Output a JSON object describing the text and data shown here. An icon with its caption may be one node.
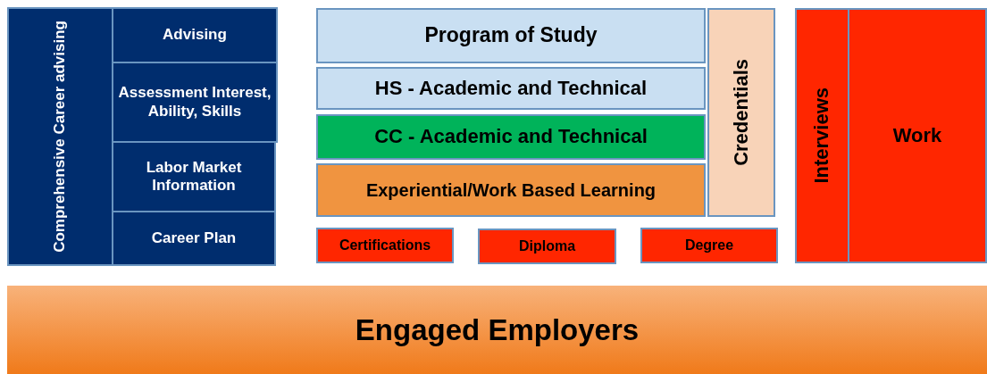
{
  "diagram": {
    "nodes": [
      {
        "text": [
          "Comprehensive Career advising"
        ]
      },
      {
        "text": [
          "Advising"
        ]
      },
      {
        "text": [
          "Assessment Interest,  Ability, Skills"
        ]
      },
      {
        "text": [
          "Labor Market Information"
        ]
      },
      {
        "text": [
          "Career Plan"
        ]
      },
      {
        "text": [
          "Program of Study"
        ]
      },
      {
        "text": [
          "HS - Academic and Technical"
        ]
      },
      {
        "text": [
          "CC - Academic and Technical"
        ]
      },
      {
        "text": [
          "Experiential/Work Based Learning"
        ]
      },
      {
        "text": [
          "Credentials"
        ]
      },
      {
        "text": [
          "Certifications"
        ]
      },
      {
        "text": [
          "Diploma"
        ]
      },
      {
        "text": [
          "Degree"
        ]
      },
      {
        "text": [
          "Interviews"
        ]
      },
      {
        "text": [
          "Work"
        ]
      },
      {
        "text": [
          "Engaged Employers"
        ]
      }
    ]
  }
}
